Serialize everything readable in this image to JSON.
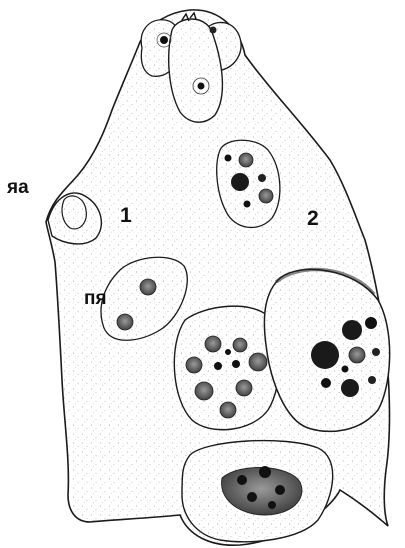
{
  "labels": {
    "ya": "яа",
    "pya": "пя",
    "one": "1",
    "two": "2"
  },
  "colors": {
    "ink": "#1a1a1a",
    "dark_nucleus": "#111111",
    "grey_nucleus": "#6a6a6a",
    "stipple": "#444444",
    "background": "#ffffff"
  }
}
